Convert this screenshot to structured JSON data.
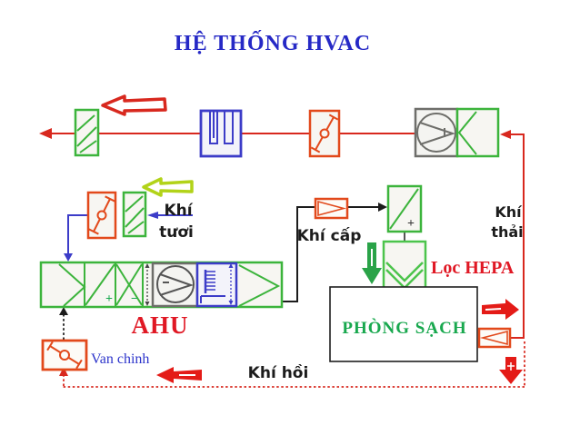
{
  "title": "HỆ THỐNG HVAC",
  "colors": {
    "red": "#d8281e",
    "orange": "#e2491b",
    "green": "#3cb43c",
    "greenDark": "#2aa348",
    "blue": "#3c3cc8",
    "lime": "#b2d319",
    "gray": "#6e6e6a",
    "arrowRed": "#e41b17",
    "titleBlue": "#2629c6",
    "redText": "#e01824",
    "greenText": "#18a84e",
    "blueText": "#2d35cb",
    "ink": "#1c1c1c",
    "boxFill": "#f7f6f2"
  },
  "diagram": {
    "ahu": {
      "label": "AHU",
      "heating_sign": "+",
      "cooling_sign": "−"
    },
    "supply_coil": {
      "sign": "+"
    },
    "hepa": {
      "label": "Lọc HEPA"
    },
    "clean_room": {
      "label": "PHÒNG SẠCH"
    },
    "valve": {
      "label": "Van chinh"
    },
    "fresh_air": {
      "label_line1": "Khí",
      "label_line2": "tươi"
    },
    "supply_air": {
      "label": "Khí cấp"
    },
    "exhaust_air": {
      "label_line1": "Khí",
      "label_line2": "thải"
    },
    "return_air": {
      "label": "Khí hồi"
    }
  }
}
